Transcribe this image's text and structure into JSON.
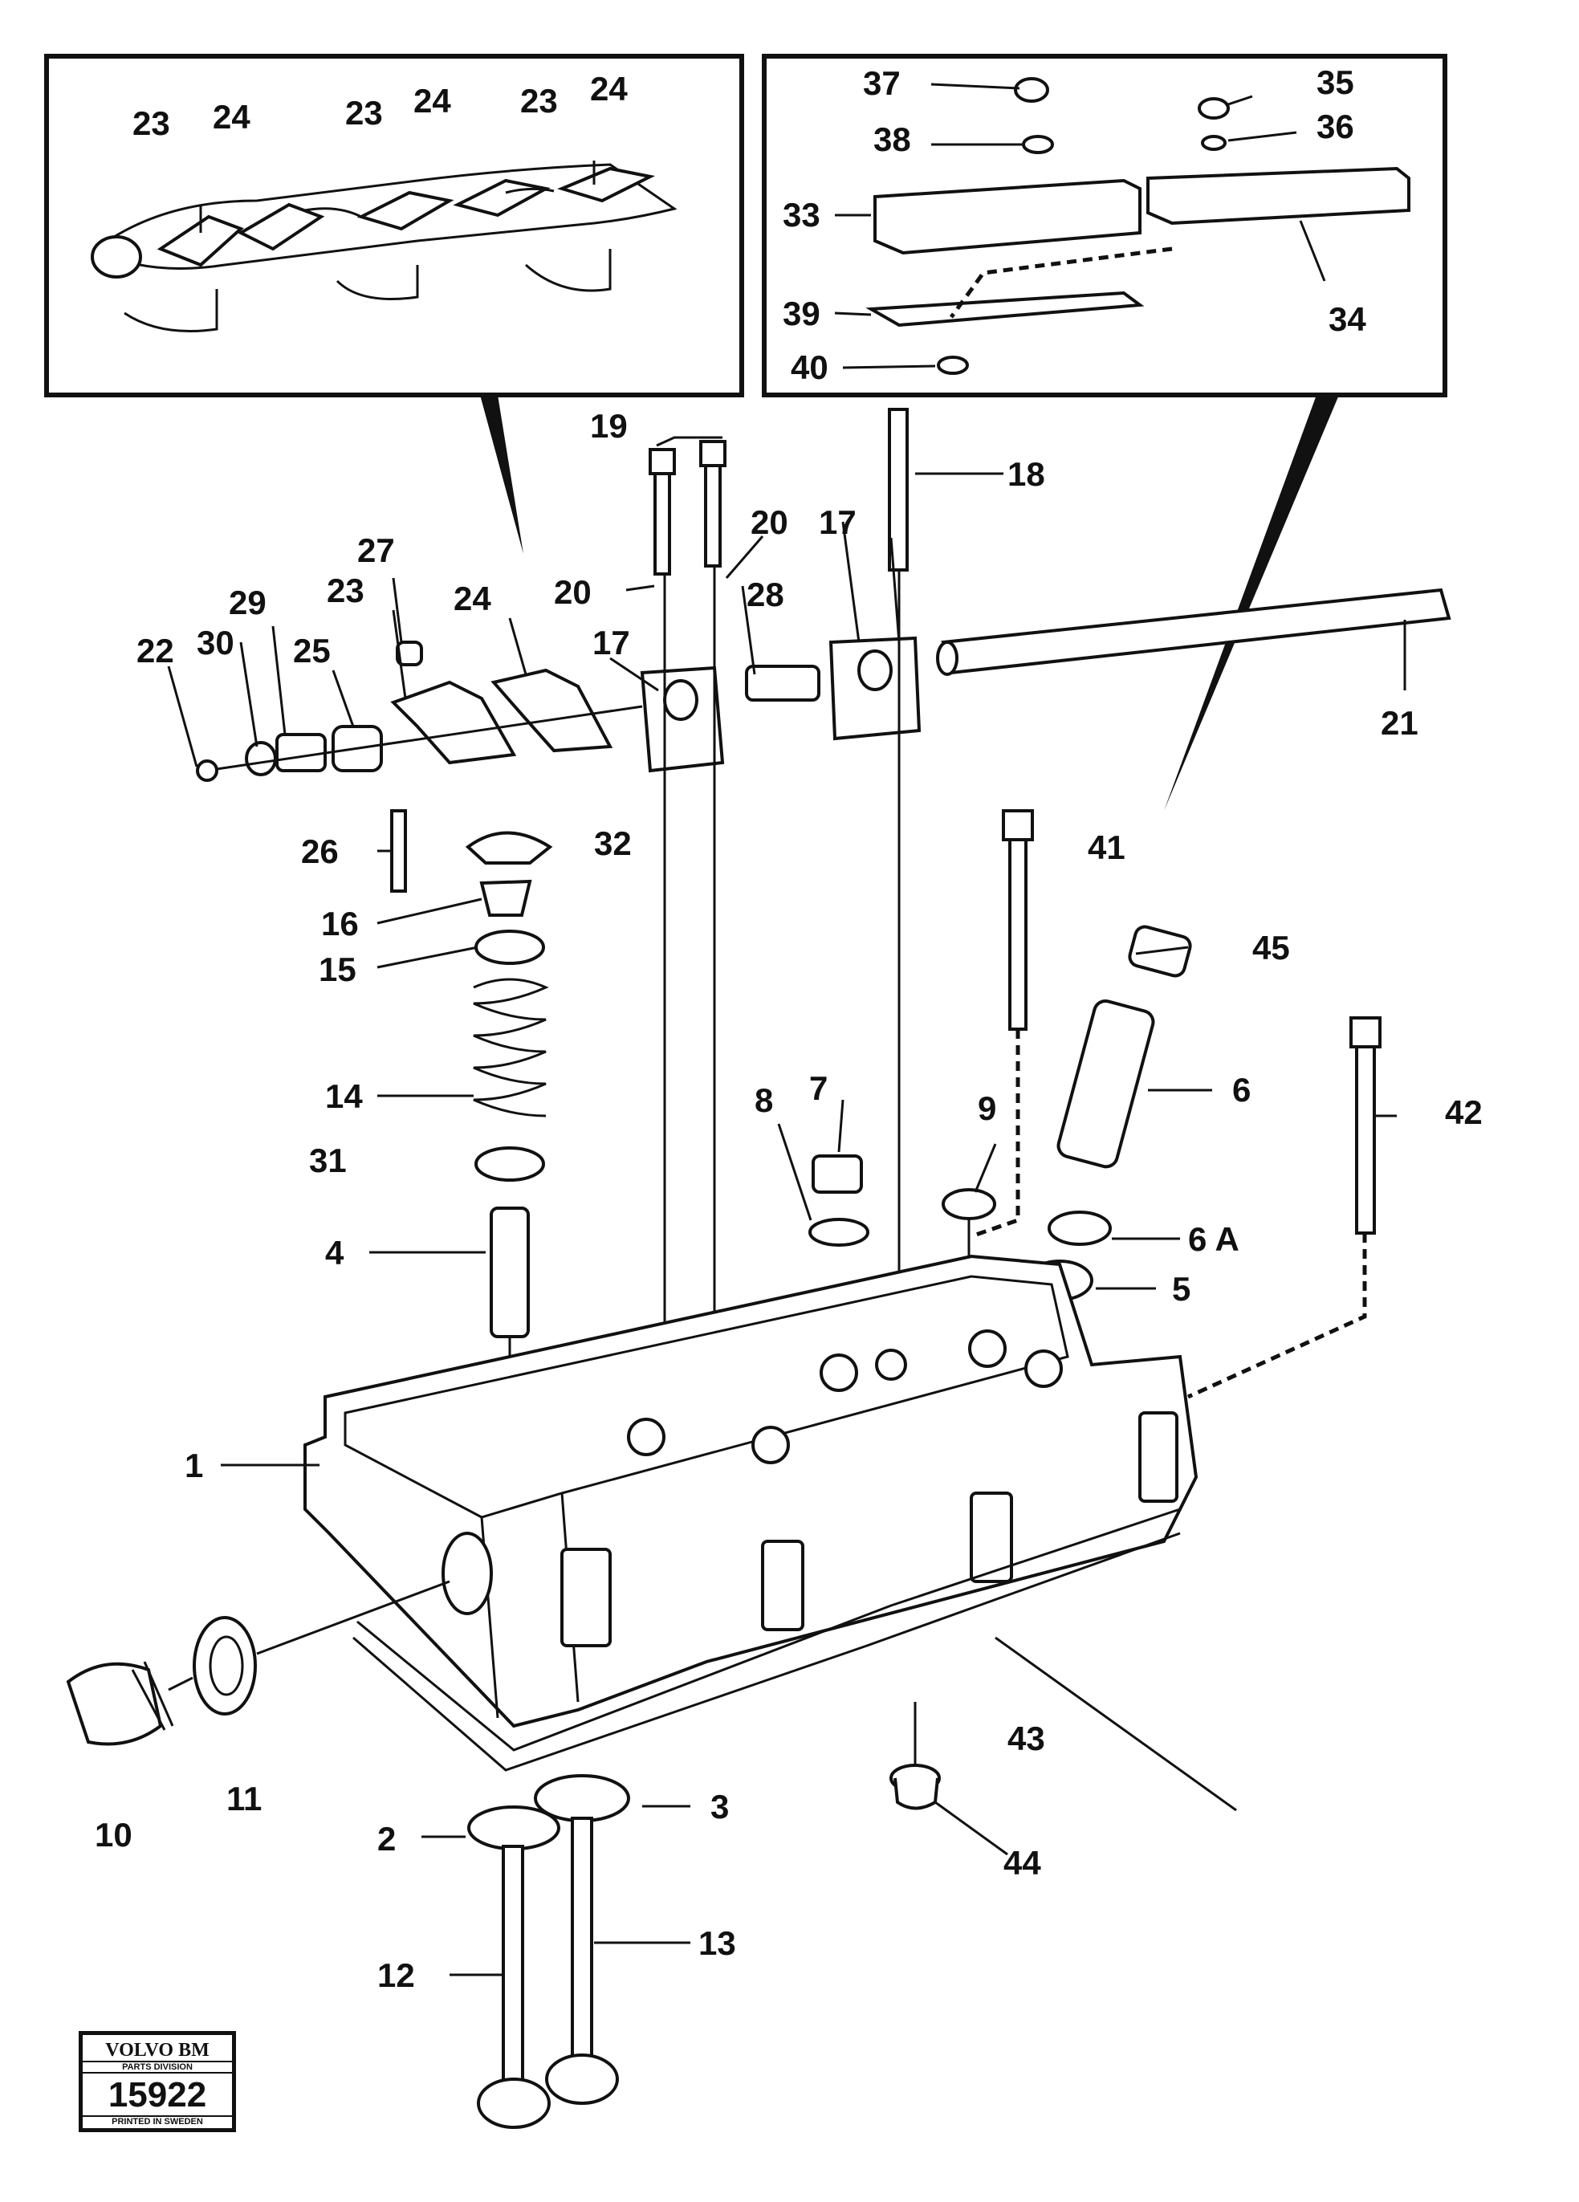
{
  "callouts": [
    "1",
    "2",
    "3",
    "4",
    "5",
    "6",
    "6 A",
    "7",
    "8",
    "9",
    "10",
    "11",
    "12",
    "13",
    "14",
    "15",
    "16",
    "17",
    "17",
    "18",
    "19",
    "20",
    "20",
    "21",
    "22",
    "23",
    "23",
    "23",
    "23",
    "24",
    "24",
    "24",
    "24",
    "25",
    "26",
    "27",
    "28",
    "29",
    "30",
    "31",
    "32",
    "33",
    "34",
    "35",
    "36",
    "37",
    "38",
    "39",
    "40",
    "41",
    "42",
    "43",
    "44",
    "45"
  ],
  "logo": {
    "brand": "VOLVO BM",
    "division": "PARTS DIVISION",
    "number": "15922",
    "printed": "PRINTED IN SWEDEN"
  }
}
